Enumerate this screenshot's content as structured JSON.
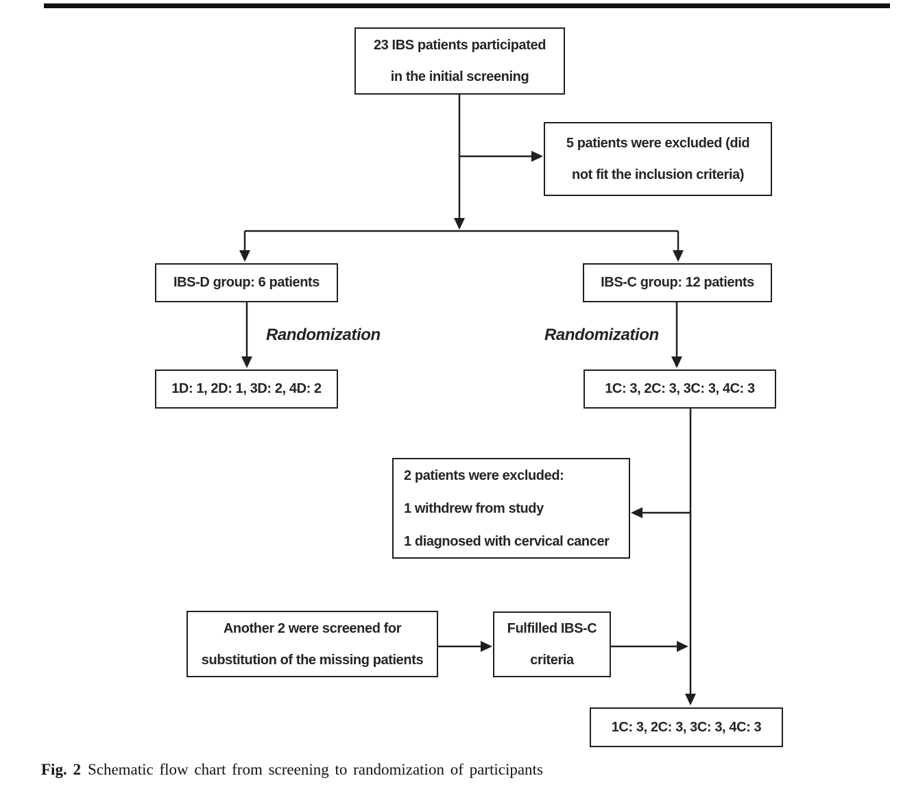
{
  "figure": {
    "caption_label": "Fig. 2",
    "caption_text": "Schematic flow chart from screening to randomization of participants"
  },
  "flowchart": {
    "boxes": {
      "screening": {
        "line1": "23 IBS patients participated",
        "line2": "in the initial screening"
      },
      "excluded5": {
        "line1": "5 patients were excluded (did",
        "line2": "not fit the inclusion criteria)"
      },
      "ibsd_group": {
        "label": "IBS-D group: 6 patients"
      },
      "ibsc_group": {
        "label": "IBS-C group: 12 patients"
      },
      "ibsd_allocation": {
        "label": "1D: 1, 2D: 1, 3D: 2, 4D: 2"
      },
      "ibsc_allocation": {
        "label": "1C: 3, 2C: 3, 3C: 3, 4C: 3"
      },
      "excluded2": {
        "line1": "2 patients were excluded:",
        "line2": "1 withdrew from study",
        "line3": "1 diagnosed with cervical cancer"
      },
      "substitution": {
        "line1": "Another 2 were screened for",
        "line2": "substitution of the missing patients"
      },
      "fulfilled": {
        "line1": "Fulfilled IBS-C",
        "line2": "criteria"
      },
      "final_allocation": {
        "label": "1C: 3, 2C: 3, 3C: 3, 4C: 3"
      }
    },
    "labels": {
      "randomization_left": "Randomization",
      "randomization_right": "Randomization"
    },
    "colors": {
      "line": "#1f1f1f",
      "text": "#242424",
      "background": "#ffffff"
    }
  }
}
